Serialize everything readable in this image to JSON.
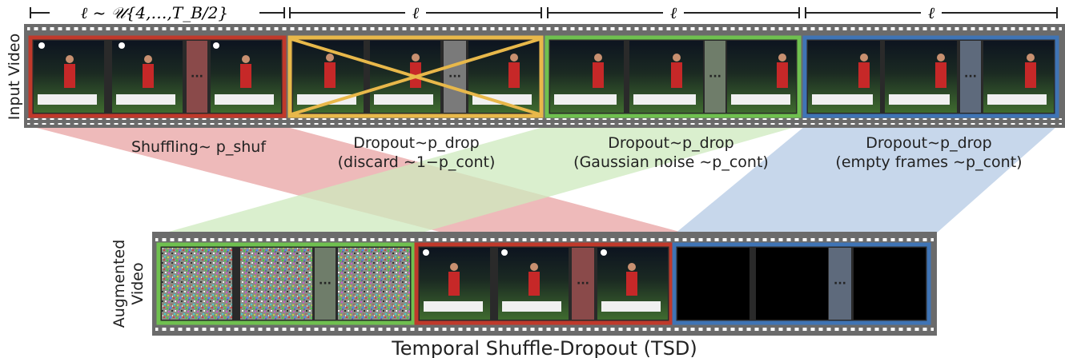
{
  "segment_labels": [
    "ℓ ~ 𝒰{4,…,T_B/2}",
    "ℓ",
    "ℓ",
    "ℓ"
  ],
  "row_labels": {
    "input": "Input Video",
    "augmented_line1": "Augmented",
    "augmented_line2": "Video"
  },
  "ellipsis": "···",
  "captions": {
    "shuffle": {
      "line1": "Shuffling∼ p_shuf",
      "line2": ""
    },
    "discard": {
      "line1": "Dropout∼p_drop",
      "line2": "(discard ∼1−p_cont)"
    },
    "noise": {
      "line1": "Dropout∼p_drop",
      "line2": "(Gaussian noise ∼p_cont)"
    },
    "empty": {
      "line1": "Dropout∼p_drop",
      "line2": "(empty frames ∼p_cont)"
    }
  },
  "colors": {
    "red": "#c0392b",
    "yellow": "#e8b84a",
    "green": "#6fc04f",
    "blue": "#3f74b5",
    "film": "#6b6b6b",
    "red_fan": "#e8a3a3",
    "green_fan": "#cde9bd",
    "blue_fan": "#b9cde6"
  },
  "title": "Temporal Shuffle-Dropout (TSD)"
}
